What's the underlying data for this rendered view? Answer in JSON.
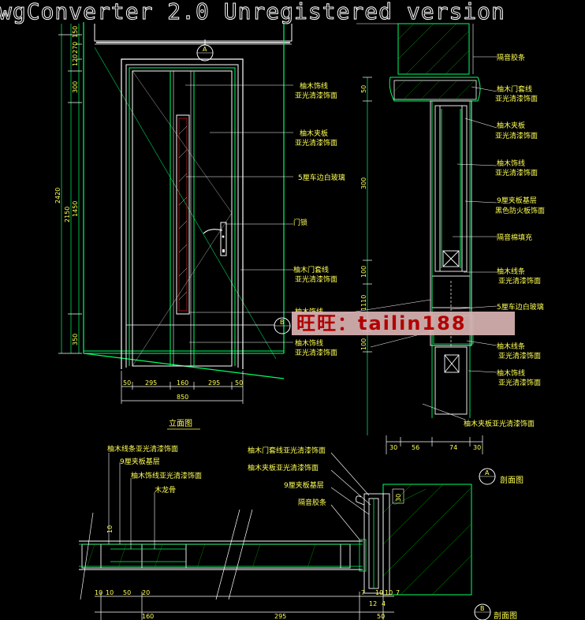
{
  "watermark": "wgConverter 2.0 Unregistered version",
  "stamp": "旺旺：tailin188",
  "colors": {
    "wall": "#00ff66",
    "door": "#ffffff",
    "dim": "#ffff55",
    "hatch": "#00aa00",
    "frame": "#ffffff",
    "red": "#ff2020"
  },
  "elevation": {
    "title": "立面图",
    "marker_a": "A",
    "marker_b": "B",
    "annotations": [
      "柚木饰线",
      "亚光清漆饰面",
      "柚木夹板",
      "亚光清漆饰面",
      "5厘车边白玻璃",
      "门锁",
      "柚木门套线",
      "亚光清漆饰面",
      "柚木饰线",
      "亚光清漆饰面"
    ],
    "partial_label": "柚木饰线",
    "left_dims": [
      "270",
      "150",
      "120",
      "300",
      "1450",
      "350",
      "2150",
      "2420"
    ],
    "bottom_dims": [
      "50",
      "295",
      "160",
      "295",
      "50"
    ],
    "total_width": "850"
  },
  "section_a": {
    "title": "剖面图",
    "marker": "A",
    "annotations": [
      "隔音胶条",
      "柚木门套线",
      "亚光清漆饰面",
      "柚木夹板",
      "亚光清漆饰面",
      "柚木饰线",
      "亚光清漆饰面",
      "9厘夹板基层",
      "黑色防火板饰面",
      "隔音棉填充",
      "柚木线条",
      "亚光清漆饰面",
      "5厘车边白玻璃",
      "柚木线条",
      "亚光清漆饰面",
      "柚木饰线",
      "亚光清漆饰面",
      "柚木夹板亚光清漆饰面"
    ],
    "left_dims": [
      "50",
      "300",
      "100",
      "1110",
      "100"
    ],
    "bottom_dims": [
      "30",
      "56",
      "74",
      "30"
    ]
  },
  "plan": {
    "title": "剖面图",
    "marker": "B",
    "left_annotations": [
      "柚木线条亚光清漆饰面",
      "9厘夹板基层",
      "柚木饰线亚光清漆饰面",
      "木龙骨"
    ],
    "right_annotations": [
      "柚木门套线亚光清漆饰面",
      "柚木夹板亚光清漆饰面",
      "9厘夹板基层",
      "隔音胶条"
    ],
    "dims_top": [
      "10",
      "10",
      "50",
      "20",
      "7",
      "10",
      "10",
      "7"
    ],
    "dims_mid": [
      "12",
      "4"
    ],
    "dims_bottom": [
      "160",
      "295",
      "50"
    ],
    "side_dim": "30"
  }
}
